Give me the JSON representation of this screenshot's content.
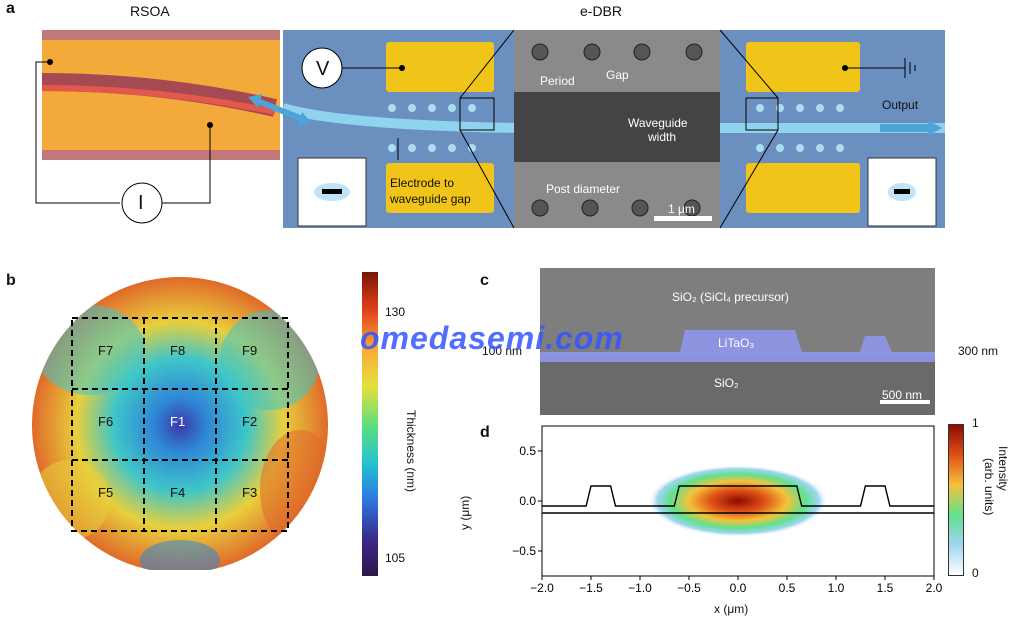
{
  "panel_a": {
    "letter": "a",
    "rsoa_title": "RSOA",
    "edbr_title": "e-DBR",
    "voltage": "V",
    "current": "I",
    "output": "Output",
    "electrode_gap": [
      "Electrode to",
      "waveguide gap"
    ],
    "period": "Period",
    "gap": "Gap",
    "waveguide_width": [
      "Waveguide",
      "width"
    ],
    "post_diameter": "Post diameter",
    "scale": "1 μm"
  },
  "panel_b": {
    "letter": "b",
    "fields": [
      "F7",
      "F8",
      "F9",
      "F6",
      "F1",
      "F2",
      "F5",
      "F4",
      "F3"
    ],
    "colorbar_label": "Thickness (nm)",
    "colorbar_ticks": [
      "130",
      "105"
    ]
  },
  "panel_c": {
    "letter": "c",
    "sio2_top": "SiO₂ (SiCl₄ precursor)",
    "litao3": "LiTaO₃",
    "sio2_bottom": "SiO₂",
    "left_dim": "100 nm",
    "right_dim": "300 nm",
    "scale": "500 nm"
  },
  "panel_d": {
    "letter": "d",
    "xlabel": "x (μm)",
    "ylabel": "y (μm)",
    "colorbar_label": [
      "Intensity",
      "(arb. units)"
    ],
    "colorbar_ticks": [
      "1",
      "0"
    ]
  },
  "watermark": "omedasemi.com",
  "chart_data": {
    "type": "heatmap",
    "xlabel": "x (μm)",
    "ylabel": "y (μm)",
    "xlim": [
      -2.0,
      2.0
    ],
    "ylim": [
      -0.75,
      0.75
    ],
    "xticks": [
      "−2.0",
      "−1.5",
      "−1.0",
      "−0.5",
      "0.0",
      "0.5",
      "1.0",
      "1.5",
      "2.0"
    ],
    "yticks": [
      "0.5",
      "0.0",
      "−0.5"
    ],
    "xtick_values": [
      -2.0,
      -1.5,
      -1.0,
      -0.5,
      0.0,
      0.5,
      1.0,
      1.5,
      2.0
    ],
    "ytick_values": [
      0.5,
      0.0,
      -0.5
    ],
    "colorbar": {
      "label": "Intensity (arb. units)",
      "min": 0,
      "max": 1
    },
    "mode_peak": {
      "x": 0.0,
      "y": 0.0,
      "value": 1
    }
  },
  "colors": {
    "waveguide": "#7ec8e3",
    "electrode": "#f0c419",
    "bg_blue": "#6b8fbf",
    "rsoa_orange": "#f4a93b"
  }
}
